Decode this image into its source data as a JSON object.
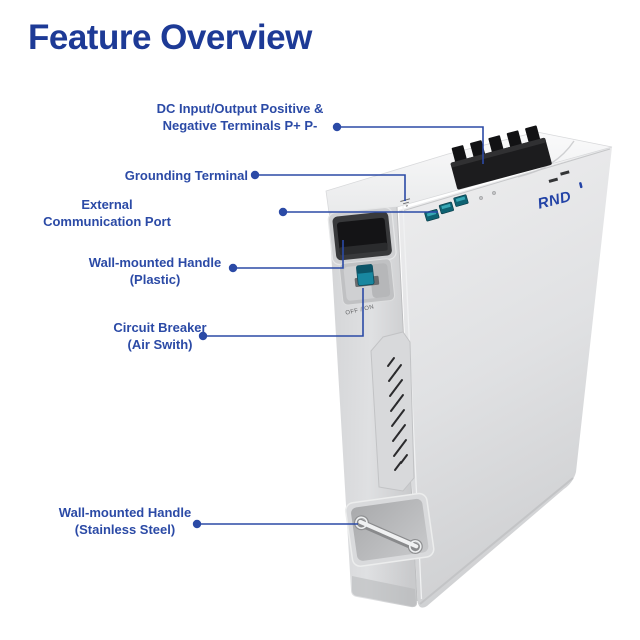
{
  "page": {
    "title": "Feature Overview"
  },
  "colors": {
    "accent_blue": "#2b4aa6",
    "title_blue": "#1d3a96",
    "logo_blue": "#2343a6",
    "switch_teal": "#1887a0",
    "device_gray": "#dcdddf"
  },
  "callouts": [
    {
      "id": "dc-terminals",
      "line1": "DC Input/Output Positive &",
      "line2": "Negative Terminals P+ P-"
    },
    {
      "id": "grounding-terminal",
      "line1": "Grounding Terminal",
      "line2": ""
    },
    {
      "id": "external-comm-port",
      "line1": "External",
      "line2": "Communication Port"
    },
    {
      "id": "wall-handle-plastic",
      "line1": "Wall-mounted Handle",
      "line2": "(Plastic)"
    },
    {
      "id": "circuit-breaker",
      "line1": "Circuit Breaker",
      "line2": "(Air Swith)"
    },
    {
      "id": "wall-handle-steel",
      "line1": "Wall-mounted Handle",
      "line2": "(Stainless Steel)"
    }
  ],
  "device": {
    "brand": "RND",
    "switch_label": "OFF / ON"
  }
}
